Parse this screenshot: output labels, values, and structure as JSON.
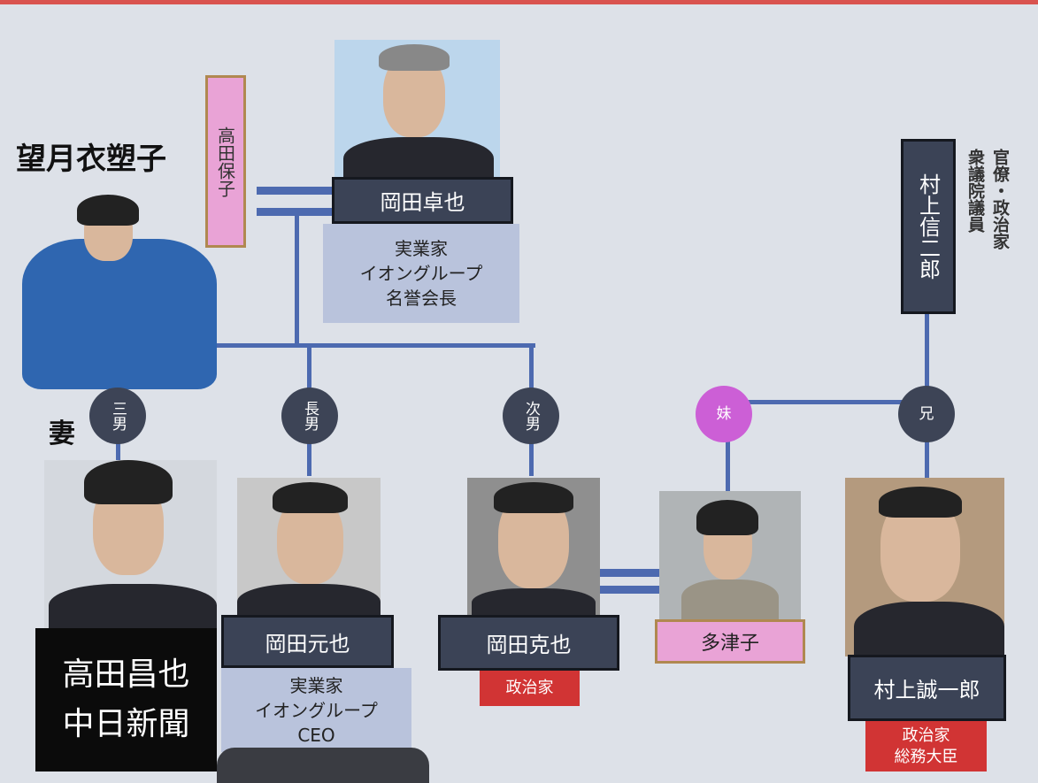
{
  "title_person": "望月衣塑子",
  "wife_label": "妻",
  "takada_yasuko": "高田保子",
  "patriarch": {
    "name": "岡田卓也",
    "desc": [
      "実業家",
      "イオングループ",
      "名誉会長"
    ]
  },
  "murakami_shinjiro": {
    "name": "村上信二郎",
    "desc": [
      "官僚・政治家",
      "衆議院議員"
    ]
  },
  "relations": {
    "third_son": "三男",
    "eldest_son": "長男",
    "second_son": "次男",
    "younger_sister": "妹",
    "older_brother": "兄"
  },
  "takada_masaya": {
    "name": "高田昌也",
    "org": "中日新聞"
  },
  "okada_motoya": {
    "name": "岡田元也",
    "desc": [
      "実業家",
      "イオングループ",
      "CEO"
    ]
  },
  "okada_katsuya": {
    "name": "岡田克也",
    "tag": "政治家"
  },
  "tazuko": {
    "name": "多津子"
  },
  "murakami_seiichiro": {
    "name": "村上誠一郎",
    "tag": [
      "政治家",
      "総務大臣"
    ]
  },
  "colors": {
    "line": "#4d6ab0",
    "namebox": "#3b4356",
    "pink": "#e9a3d6",
    "red": "#d13434",
    "sister": "#cc5fd6"
  }
}
